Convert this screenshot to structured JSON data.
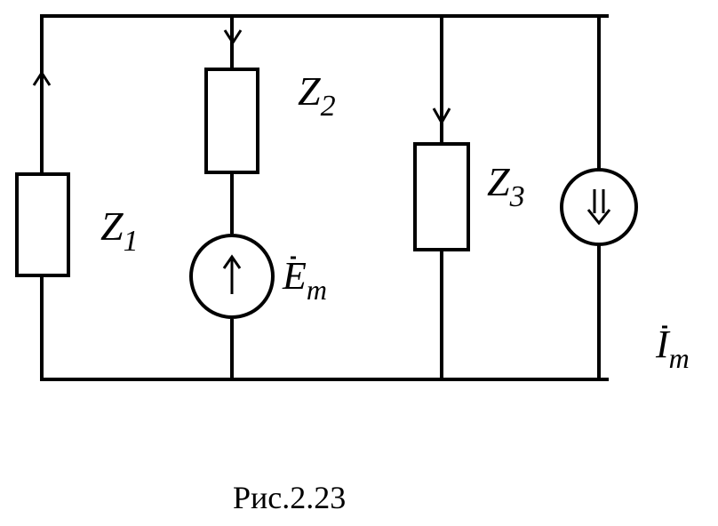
{
  "diagram": {
    "labels": {
      "z1_main": "Z",
      "z1_sub": "1",
      "z2_main": "Z",
      "z2_sub": "2",
      "z3_main": "Z",
      "z3_sub": "3",
      "emf_main": "E",
      "emf_sub": "m",
      "current_main": "I",
      "current_sub": "m"
    },
    "caption": "Рис.2.23",
    "icons": [
      "impedance-z1",
      "impedance-z2",
      "impedance-z3",
      "emf-source",
      "current-source"
    ],
    "colors": {
      "ink": "#000000",
      "background": "#ffffff"
    }
  }
}
